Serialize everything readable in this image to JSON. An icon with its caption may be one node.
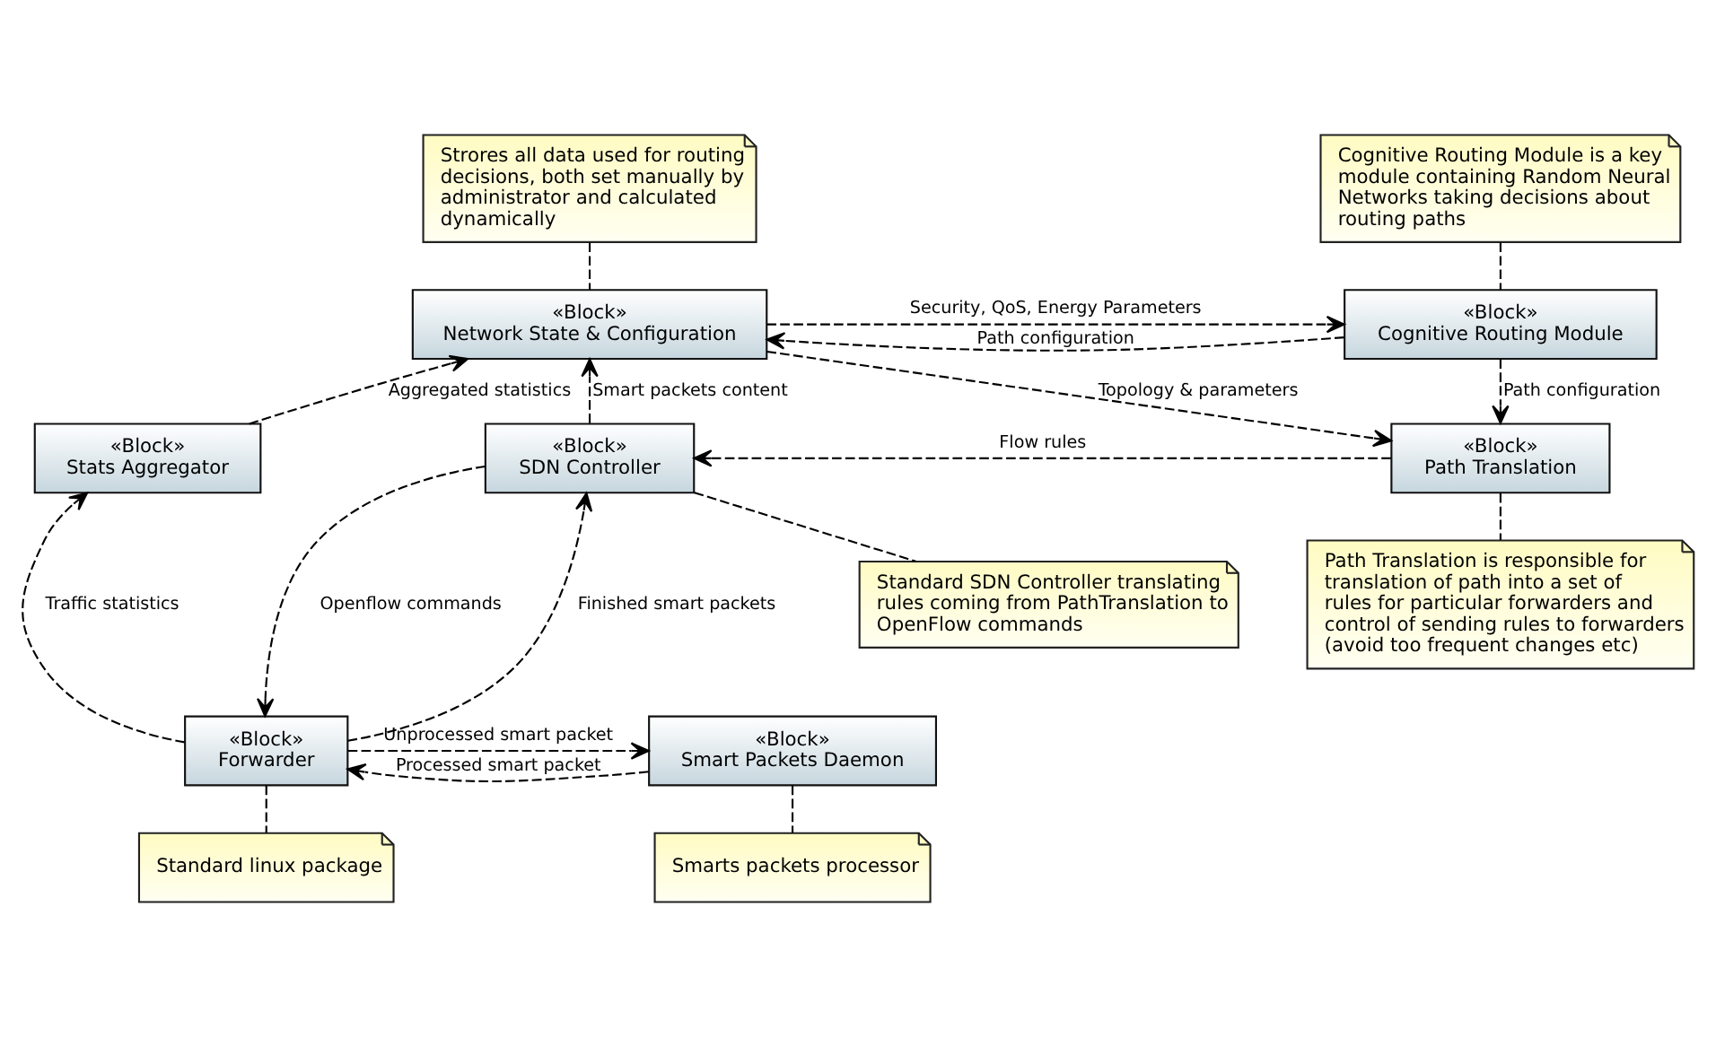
{
  "diagram": {
    "nodes": [
      {
        "text": [
          "Strores all data used for routing decisions, both set manually by administrator and calculated dynamically"
        ]
      },
      {
        "text": [
          "Cognitive Routing Module is a key module containing Random Neural Networks taking decisions about routing paths"
        ]
      },
      {
        "text": [
          "«Block»",
          "Network State & Configuration"
        ]
      },
      {
        "text": [
          "«Block»",
          "Cognitive Routing Module"
        ]
      },
      {
        "text": [
          "«Block»",
          "Stats Aggregator"
        ]
      },
      {
        "text": [
          "«Block»",
          "SDN Controller"
        ]
      },
      {
        "text": [
          "«Block»",
          "Path Translation"
        ]
      },
      {
        "text": [
          "Standard SDN Controller translating rules coming from PathTranslation to OpenFlow commands"
        ]
      },
      {
        "text": [
          "Path Translation is responsible for translation of path into a set of rules for particular forwarders and control of sending rules to forwarders (avoid too frequent changes etc)"
        ]
      },
      {
        "text": [
          "«Block»",
          "Forwarder"
        ]
      },
      {
        "text": [
          "«Block»",
          "Smart Packets Daemon"
        ]
      },
      {
        "text": [
          "Standard linux package"
        ]
      },
      {
        "text": [
          "Smarts packets processor"
        ]
      }
    ],
    "edges": [
      {
        "from": 0,
        "to": 2,
        "arrow": "none",
        "style": "dashed"
      },
      {
        "from": 1,
        "to": 3,
        "arrow": "none",
        "style": "dashed"
      },
      {
        "from": 2,
        "to": 3,
        "arrow": "to",
        "label": "Security, QoS, Energy Parameters",
        "style": "dashed"
      },
      {
        "from": 3,
        "to": 2,
        "arrow": "to",
        "label": "Path configuration",
        "style": "dashed"
      },
      {
        "from": 4,
        "to": 2,
        "arrow": "to",
        "label": "Aggregated statistics",
        "style": "dashed"
      },
      {
        "from": 2,
        "to": 6,
        "arrow": "to",
        "label": "Topology & parameters",
        "style": "dashed"
      },
      {
        "from": 3,
        "to": 6,
        "arrow": "to",
        "label": "Path configuration",
        "style": "dashed"
      },
      {
        "from": 5,
        "to": 2,
        "arrow": "to",
        "label": "Smart packets content",
        "style": "dashed"
      },
      {
        "from": 6,
        "to": 5,
        "arrow": "to",
        "label": "Flow rules",
        "style": "dashed"
      },
      {
        "from": 5,
        "to": 7,
        "arrow": "none",
        "style": "dashed"
      },
      {
        "from": 6,
        "to": 8,
        "arrow": "none",
        "style": "dashed"
      },
      {
        "from": 5,
        "to": 9,
        "arrow": "to",
        "label": "Openflow commands",
        "style": "dashed"
      },
      {
        "from": 9,
        "to": 5,
        "arrow": "to",
        "label": "Finished smart packets",
        "style": "dashed"
      },
      {
        "from": 9,
        "to": 4,
        "arrow": "to",
        "label": "Traffic statistics",
        "style": "dashed"
      },
      {
        "from": 9,
        "to": 10,
        "arrow": "to",
        "label": "Unprocessed smart packet",
        "style": "dashed"
      },
      {
        "from": 10,
        "to": 9,
        "arrow": "to",
        "label": "Processed smart packet",
        "style": "dashed"
      },
      {
        "from": 9,
        "to": 11,
        "arrow": "none",
        "style": "dashed"
      },
      {
        "from": 10,
        "to": 12,
        "arrow": "none",
        "style": "dashed"
      }
    ]
  }
}
